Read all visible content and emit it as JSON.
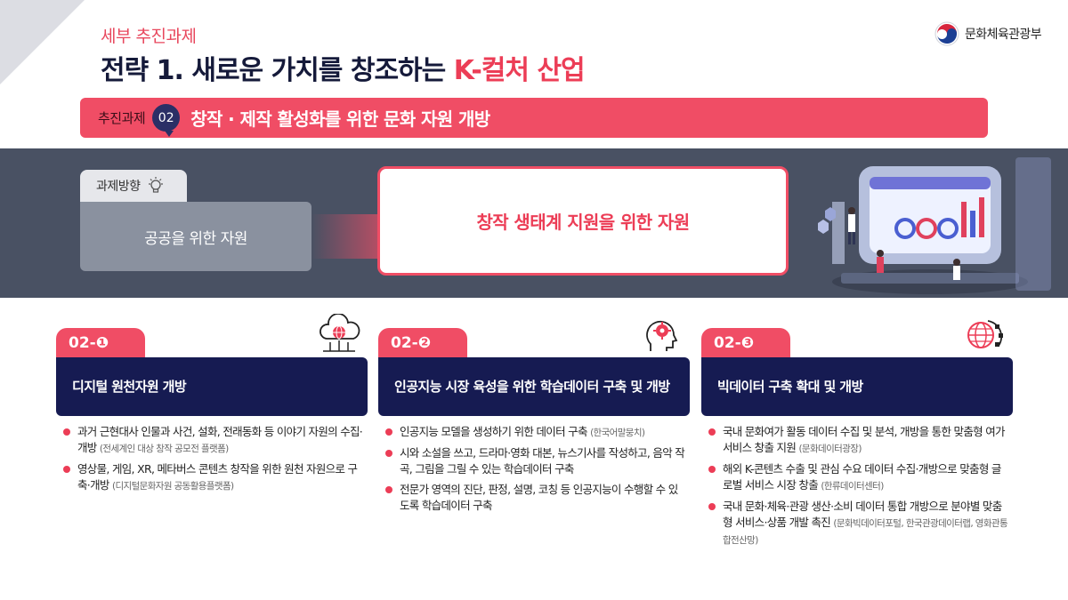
{
  "header": {
    "subtitle": "세부 추진과제",
    "title_main": "전략 1. 새로운 가치를 창조하는 ",
    "title_accent": "K-컬처 산업",
    "ministry": "문화체육관광부"
  },
  "task": {
    "label": "추진과제",
    "number": "02",
    "title": "창작 · 제작 활성화를 위한 문화 자원 개방"
  },
  "direction": {
    "tab_label": "과제방향",
    "from": "공공을 위한 자원",
    "to": "창작 생태계 지원을 위한 자원"
  },
  "cards": [
    {
      "badge": "02-❶",
      "icon": "cloud-globe-icon",
      "title": "디지털 원천자원 개방",
      "items": [
        {
          "text": "과거 근현대사 인물과 사건, 설화, 전래동화 등 이야기 자원의 수집·개방",
          "note": "(전세계인 대상 창작 공모전 플랫폼)"
        },
        {
          "text": "영상물, 게임, XR, 메타버스 콘텐츠 창작을 위한 원천 자원으로 구축·개방",
          "note": "(디지털문화자원 공동활용플랫폼)"
        }
      ]
    },
    {
      "badge": "02-❷",
      "icon": "ai-head-gear-icon",
      "title": "인공지능 시장 육성을 위한 학습데이터 구축 및 개방",
      "items": [
        {
          "text": "인공지능 모델을 생성하기 위한 데이터 구축",
          "note": "(한국어말뭉치)"
        },
        {
          "text": "시와 소설을 쓰고, 드라마·영화 대본, 뉴스기사를 작성하고, 음악 작곡, 그림을 그릴 수 있는 학습데이터 구축",
          "note": ""
        },
        {
          "text": "전문가 영역의 진단, 판정, 설명, 코칭 등 인공지능이 수행할 수 있도록 학습데이터 구축",
          "note": ""
        }
      ]
    },
    {
      "badge": "02-❸",
      "icon": "globe-gear-icon",
      "title": "빅데이터 구축 확대 및 개방",
      "items": [
        {
          "text": "국내 문화여가 활동 데이터 수집 및 분석, 개방을 통한 맞춤형 여가 서비스 창출 지원",
          "note": "(문화데이터광장)"
        },
        {
          "text": "해외 K-콘텐츠 수출 및 관심 수요 데이터 수집·개방으로 맞춤형 글로벌 서비스 시장 창출",
          "note": "(한류데이터센터)"
        },
        {
          "text": "국내 문화·체육·관광 생산·소비 데이터 통합 개방으로 분야별 맞춤형 서비스·상품 개발 촉진",
          "note": "(문화빅데이터포털, 한국관광데이터랩, 영화관통합전산망)"
        }
      ]
    }
  ],
  "colors": {
    "accent": "#f04d65",
    "navy": "#161b52",
    "band": "#495163"
  }
}
